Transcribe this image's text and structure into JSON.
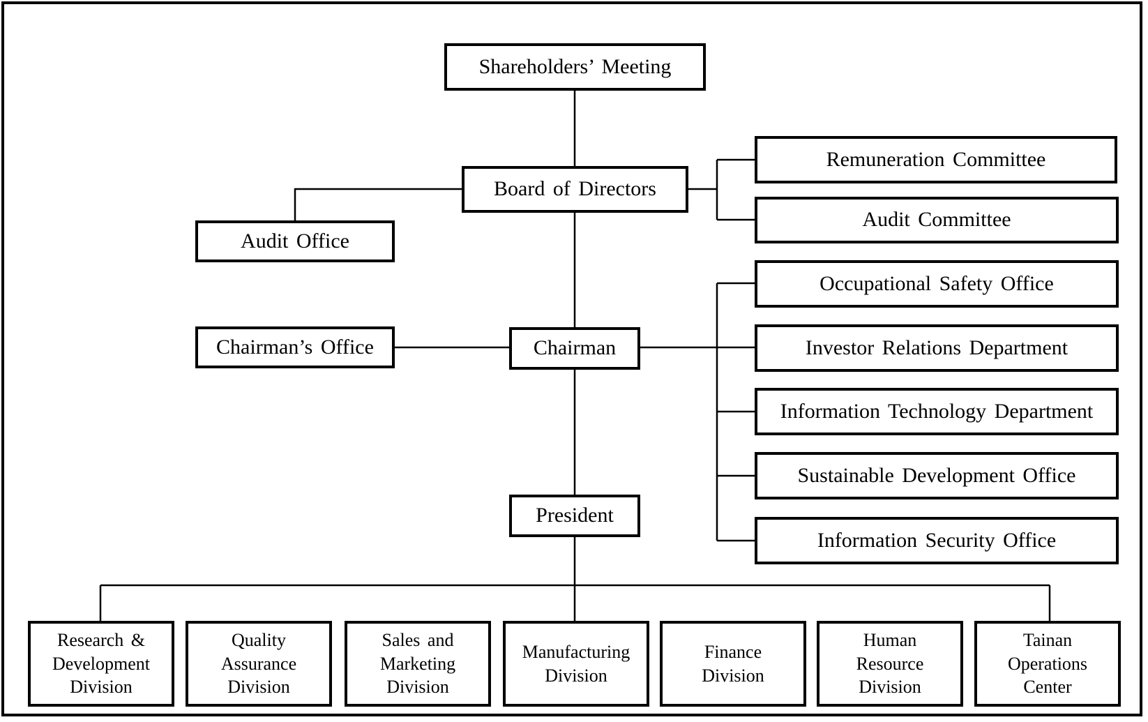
{
  "org_chart": {
    "shareholders": "Shareholders’ Meeting",
    "board": "Board of Directors",
    "audit_office": "Audit Office",
    "committees": [
      "Remuneration Committee",
      "Audit Committee"
    ],
    "chairman_office": "Chairman’s Office",
    "chairman": "Chairman",
    "chairman_units": [
      "Occupational Safety Office",
      "Investor Relations Department",
      "Information Technology Department",
      "Sustainable Development Office",
      "Information Security Office"
    ],
    "president": "President",
    "divisions": [
      {
        "line1": "Research &",
        "line2": "Development",
        "line3": "Division"
      },
      {
        "line1": "Quality",
        "line2": "Assurance",
        "line3": "Division"
      },
      {
        "line1": "Sales and",
        "line2": "Marketing",
        "line3": "Division"
      },
      {
        "line1": "Manufacturing",
        "line2": "Division"
      },
      {
        "line1": "Finance",
        "line2": "Division"
      },
      {
        "line1": "Human",
        "line2": "Resource",
        "line3": "Division"
      },
      {
        "line1": "Tainan",
        "line2": "Operations",
        "line3": "Center"
      }
    ]
  }
}
